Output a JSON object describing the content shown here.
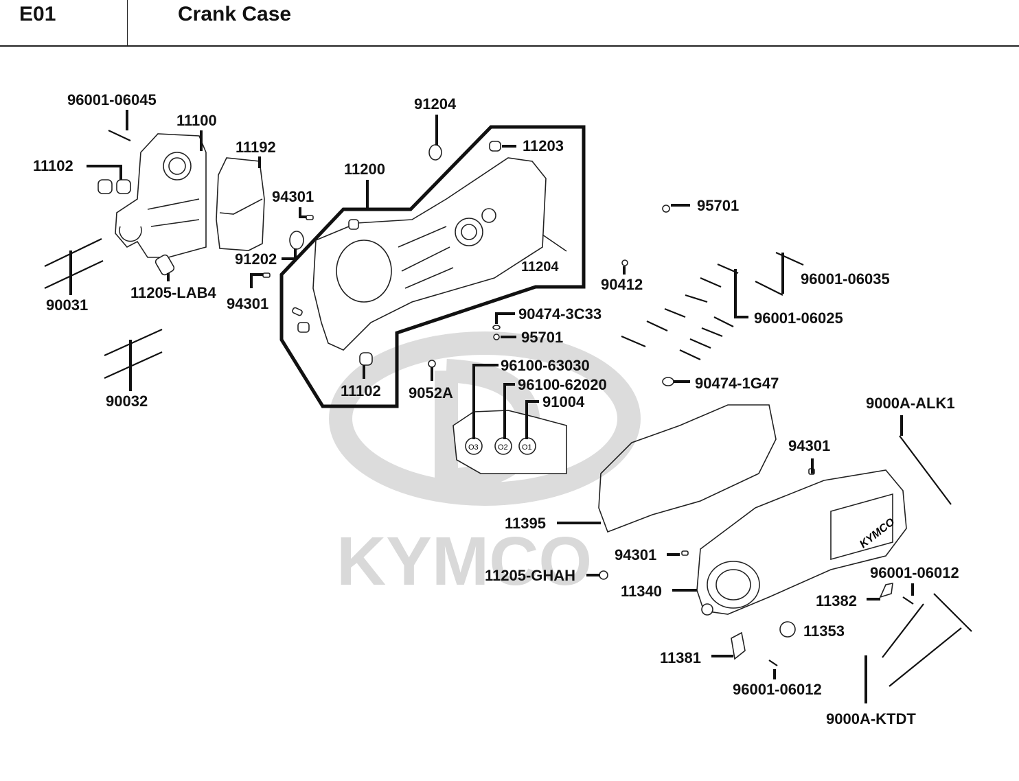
{
  "header": {
    "section_code": "E01",
    "title": "Crank Case"
  },
  "watermark": {
    "brand": "KYMCO"
  },
  "cover_logo": "KYMCO",
  "oil_plug_marks": [
    "O3",
    "O2",
    "O1"
  ],
  "parts": [
    {
      "id": "p1",
      "label": "96001-06045"
    },
    {
      "id": "p2",
      "label": "11100"
    },
    {
      "id": "p3",
      "label": "11102"
    },
    {
      "id": "p4",
      "label": "11192"
    },
    {
      "id": "p5",
      "label": "94301"
    },
    {
      "id": "p6",
      "label": "91202"
    },
    {
      "id": "p7",
      "label": "94301"
    },
    {
      "id": "p8",
      "label": "11205-LAB4"
    },
    {
      "id": "p9",
      "label": "90031"
    },
    {
      "id": "p10",
      "label": "90032"
    },
    {
      "id": "p11",
      "label": "91204"
    },
    {
      "id": "p12",
      "label": "11200"
    },
    {
      "id": "p13",
      "label": "11203"
    },
    {
      "id": "p14",
      "label": "11204"
    },
    {
      "id": "p15",
      "label": "11102"
    },
    {
      "id": "p16",
      "label": "9052A"
    },
    {
      "id": "p17",
      "label": "95701"
    },
    {
      "id": "p18",
      "label": "90412"
    },
    {
      "id": "p19",
      "label": "90474-3C33"
    },
    {
      "id": "p20",
      "label": "95701"
    },
    {
      "id": "p21",
      "label": "96100-63030"
    },
    {
      "id": "p22",
      "label": "96100-62020"
    },
    {
      "id": "p23",
      "label": "91004"
    },
    {
      "id": "p24",
      "label": "96001-06035"
    },
    {
      "id": "p25",
      "label": "96001-06025"
    },
    {
      "id": "p26",
      "label": "90474-1G47"
    },
    {
      "id": "p27",
      "label": "9000A-ALK1"
    },
    {
      "id": "p28",
      "label": "94301"
    },
    {
      "id": "p29",
      "label": "11395"
    },
    {
      "id": "p30",
      "label": "94301"
    },
    {
      "id": "p31",
      "label": "11205-GHAH"
    },
    {
      "id": "p32",
      "label": "11340"
    },
    {
      "id": "p33",
      "label": "96001-06012"
    },
    {
      "id": "p34",
      "label": "11382"
    },
    {
      "id": "p35",
      "label": "11353"
    },
    {
      "id": "p36",
      "label": "11381"
    },
    {
      "id": "p37",
      "label": "96001-06012"
    },
    {
      "id": "p38",
      "label": "9000A-KTDT"
    }
  ]
}
